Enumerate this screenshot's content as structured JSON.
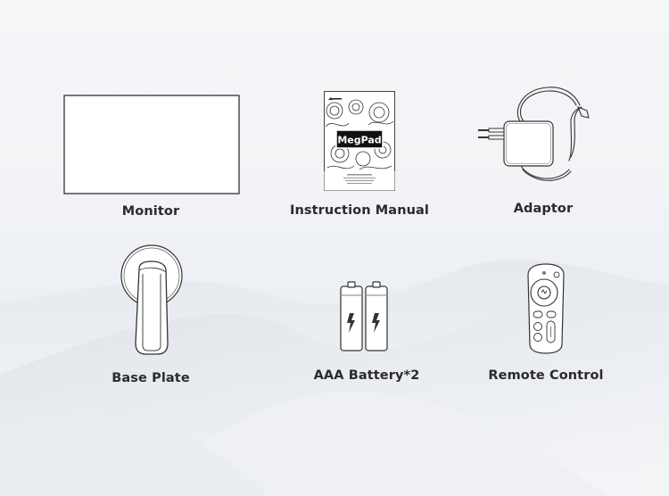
{
  "items": [
    {
      "label": "Monitor",
      "icon": "monitor-icon"
    },
    {
      "label": "Instruction Manual",
      "icon": "manual-icon",
      "cover_title": "MegPad"
    },
    {
      "label": "Adaptor",
      "icon": "adaptor-icon"
    },
    {
      "label": "Base Plate",
      "icon": "base-plate-icon"
    },
    {
      "label": "AAA Battery*2",
      "icon": "battery-icon"
    },
    {
      "label": "Remote Control",
      "icon": "remote-control-icon"
    }
  ],
  "colors": {
    "text": "#2b2b2b",
    "line": "#333333",
    "background": "#f2f4f7"
  }
}
